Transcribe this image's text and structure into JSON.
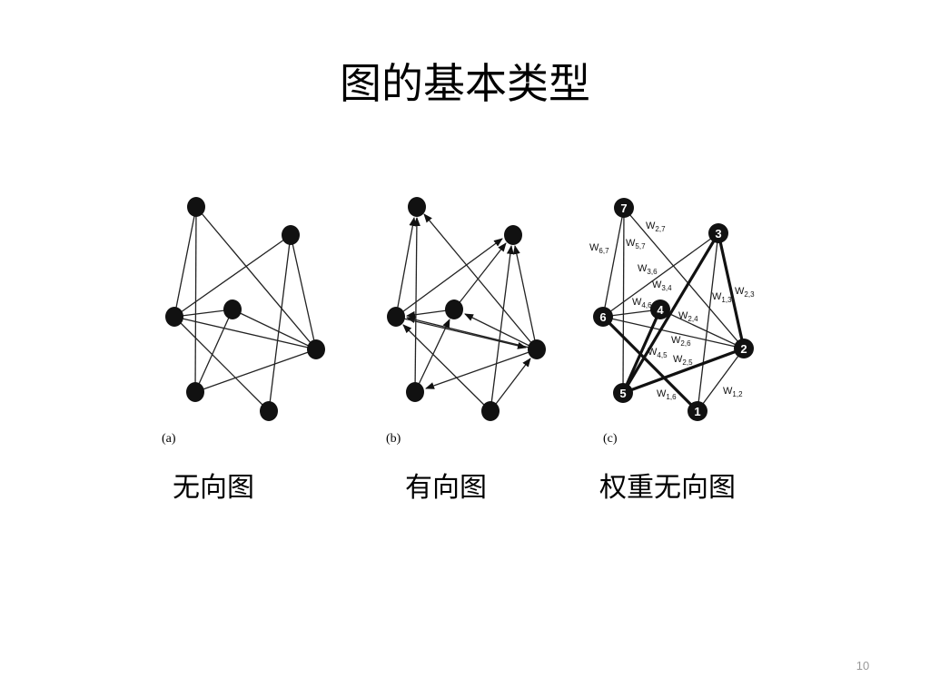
{
  "slide": {
    "title": "图的基本类型",
    "page_number": "10"
  },
  "panels": [
    {
      "id": "a",
      "sublabel": "(a)",
      "caption": "无向图"
    },
    {
      "id": "b",
      "sublabel": "(b)",
      "caption": "有向图"
    },
    {
      "id": "c",
      "sublabel": "(c)",
      "caption": "权重无向图",
      "node_labels": [
        "1",
        "2",
        "3",
        "4",
        "5",
        "6",
        "7"
      ],
      "edge_weights": [
        {
          "w": "W",
          "sub": "2,7"
        },
        {
          "w": "W",
          "sub": "5,7"
        },
        {
          "w": "W",
          "sub": "6,7"
        },
        {
          "w": "W",
          "sub": "3,6"
        },
        {
          "w": "W",
          "sub": "3,4"
        },
        {
          "w": "W",
          "sub": "1,3"
        },
        {
          "w": "W",
          "sub": "2,3"
        },
        {
          "w": "W",
          "sub": "4,6"
        },
        {
          "w": "W",
          "sub": "2,4"
        },
        {
          "w": "W",
          "sub": "2,6"
        },
        {
          "w": "W",
          "sub": "4,5"
        },
        {
          "w": "W",
          "sub": "2,5"
        },
        {
          "w": "W",
          "sub": "1,6"
        },
        {
          "w": "W",
          "sub": "1,2"
        }
      ]
    }
  ]
}
